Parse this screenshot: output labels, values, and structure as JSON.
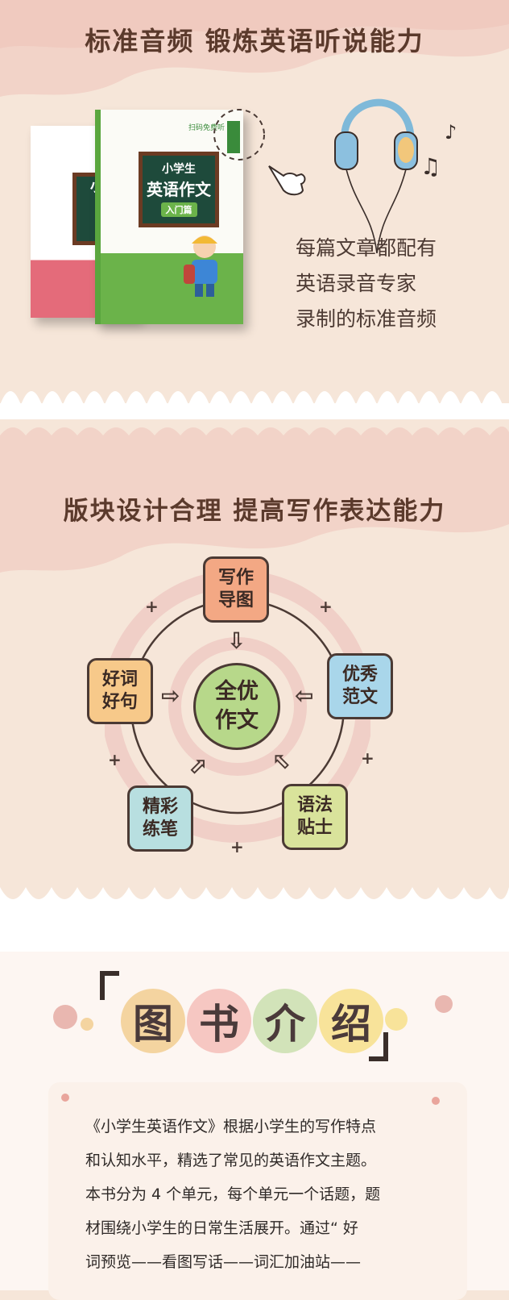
{
  "section_audio": {
    "heading": "标准音频  锻炼英语听说能力",
    "description_lines": [
      "每篇文章都配有",
      "英语录音专家",
      "录制的标准音频"
    ],
    "book_front": {
      "title_line1": "小学生",
      "title_line2": "英语作文",
      "badge": "入门篇",
      "qr_caption": "扫码免费听"
    },
    "book_back": {
      "title_partial": "小学"
    }
  },
  "section_layout": {
    "heading": "版块设计合理 提高写作表达能力",
    "center": "全优作文",
    "nodes": [
      {
        "label": "写作导图",
        "color": "#f3a884"
      },
      {
        "label": "优秀范文",
        "color": "#a9d6ea"
      },
      {
        "label": "语法贴士",
        "color": "#d9e39b"
      },
      {
        "label": "精彩练笔",
        "color": "#b8dfe0"
      },
      {
        "label": "好词好句",
        "color": "#f7c98a"
      }
    ],
    "plus": "+"
  },
  "section_intro": {
    "title_chars": [
      "图",
      "书",
      "介",
      "绍"
    ],
    "title_colors": [
      "#f4d4a0",
      "#f6c7c2",
      "#d2e3b9",
      "#f8e39a"
    ],
    "lines": [
      "《小学生英语作文》根据小学生的写作特点",
      "和认知水平，精选了常见的英语作文主题。",
      "本书分为 4 个单元，每个单元一个话题，题",
      "材围绕小学生的日常生活展开。通过“ 好",
      "词预览——看图写话——词汇加油站——"
    ]
  }
}
